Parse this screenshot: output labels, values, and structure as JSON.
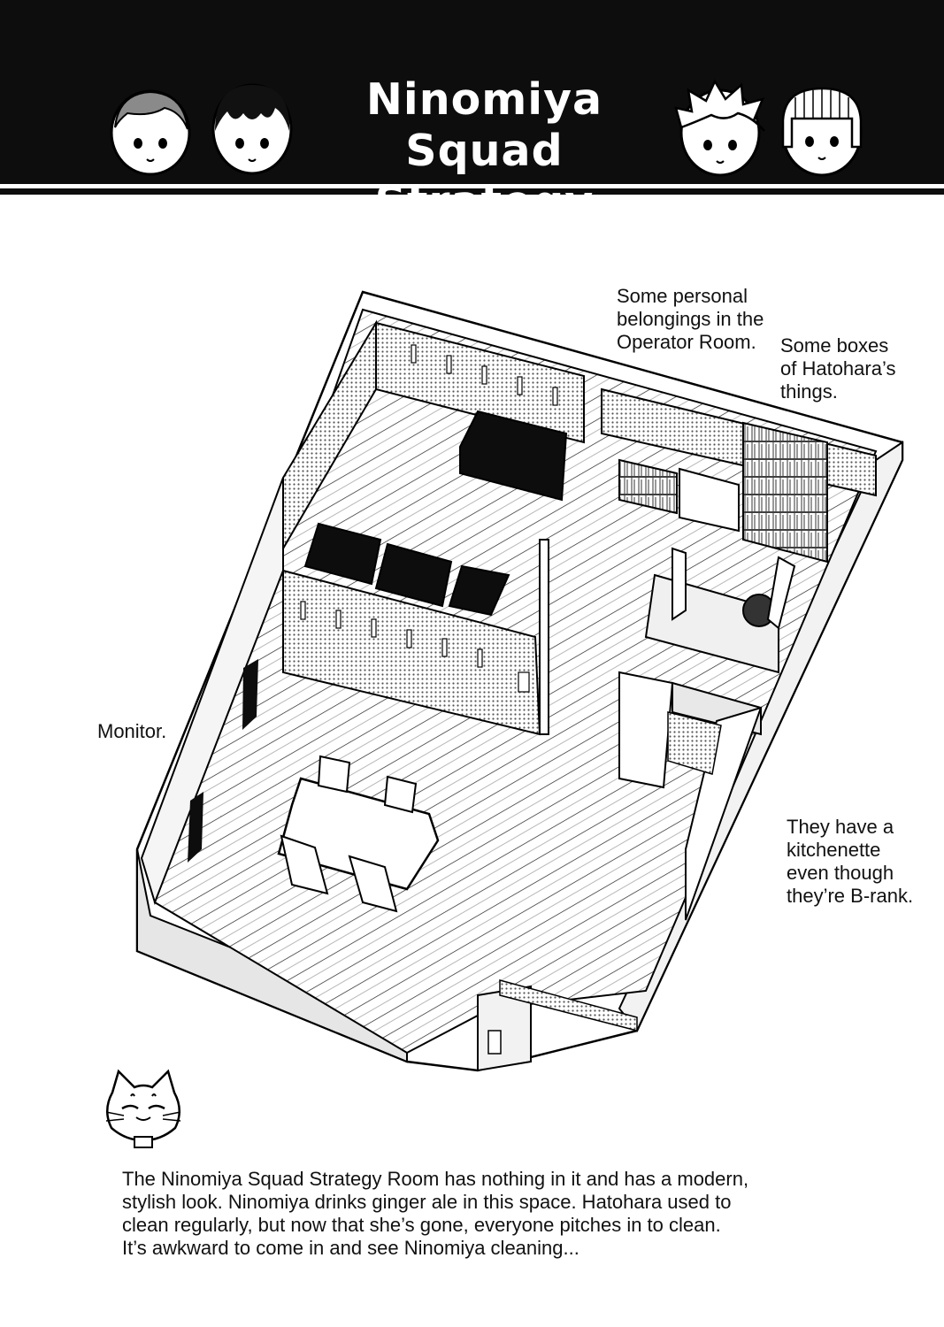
{
  "header": {
    "title_line1": "Ninomiya Squad",
    "title_line2": "Strategy Room"
  },
  "portraits": [
    {
      "icon": "character-portrait-icon",
      "position_word": "far-left"
    },
    {
      "icon": "character-portrait-icon",
      "position_word": "left"
    },
    {
      "icon": "character-portrait-icon",
      "position_word": "right"
    },
    {
      "icon": "character-portrait-icon",
      "position_word": "far-right"
    }
  ],
  "annotations": {
    "personal_belongings": [
      "Some personal",
      "belongings in the",
      "Operator Room."
    ],
    "boxes": [
      "Some boxes",
      "of Hatohara’s",
      "things."
    ],
    "monitor": [
      "Monitor."
    ],
    "kitchenette": [
      "They have a",
      "kitchenette",
      "even though",
      "they’re B-rank."
    ]
  },
  "mascot": {
    "icon": "cat-mascot-icon"
  },
  "caption": [
    "The Ninomiya Squad Strategy Room has nothing in it and has a modern,",
    "stylish look. Ninomiya drinks ginger ale in this space. Hatohara used to",
    "clean regularly, but now that she’s gone, everyone pitches in to clean.",
    "It’s awkward to come in and see Ninomiya cleaning..."
  ]
}
